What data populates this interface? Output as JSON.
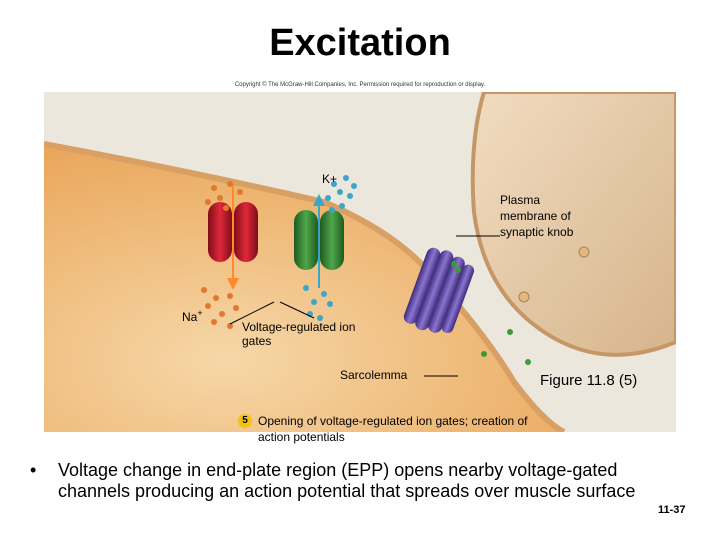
{
  "slide": {
    "title": "Excitation",
    "copyright": "Copyright © The McGraw-Hill Companies, Inc. Permission required for reproduction or display.",
    "figure_label": "Figure 11.8 (5)",
    "page_number": "11-37"
  },
  "figure": {
    "labels": {
      "k_ion": "K+",
      "na_ion": "Na",
      "na_sup": "+",
      "plasma_membrane": "Plasma membrane of synaptic knob",
      "gates": "Voltage-regulated ion gates",
      "sarcolemma": "Sarcolemma"
    },
    "step": {
      "number": "5",
      "text": "Opening of voltage-regulated ion gates; creation of action potentials"
    },
    "colors": {
      "background": "#ece7dc",
      "knob": "#e9cda8",
      "muscle": "#f3c88f",
      "red_channel": "#c8162a",
      "green_channel": "#3e8c3a",
      "receptor": "#6e55b2",
      "k_ion": "#3aa7c8",
      "na_ion": "#e0782e",
      "acetylcholine": "#3d9a3a"
    }
  },
  "bullets": [
    "Voltage change in end-plate region (EPP) opens nearby voltage-gated channels producing an action potential that spreads over muscle surface"
  ]
}
